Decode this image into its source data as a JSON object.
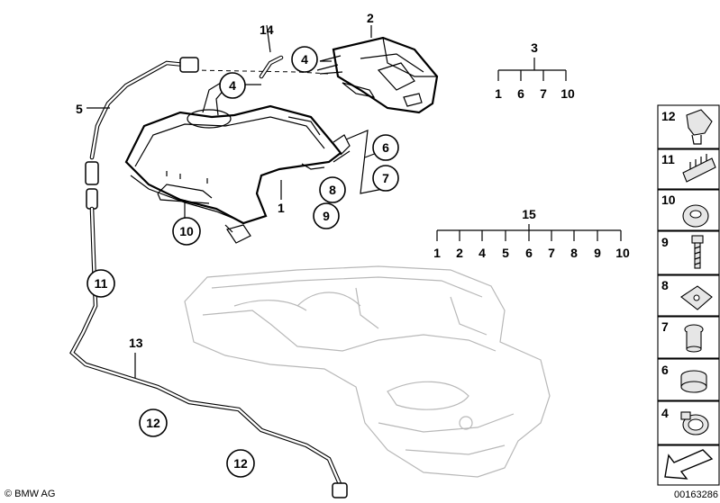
{
  "callouts": {
    "c1": "1",
    "c2": "2",
    "c3": "3",
    "c4a": "4",
    "c4b": "4",
    "c5": "5",
    "c6": "6",
    "c7": "7",
    "c8": "8",
    "c9": "9",
    "c10": "10",
    "c11": "11",
    "c12a": "12",
    "c12b": "12",
    "c13": "13",
    "c14": "14",
    "c15": "15"
  },
  "group3": {
    "label": "3",
    "items": [
      "1",
      "6",
      "7",
      "10"
    ]
  },
  "group15": {
    "label": "15",
    "items": [
      "1",
      "2",
      "4",
      "5",
      "6",
      "7",
      "8",
      "9",
      "10"
    ]
  },
  "sidebar": {
    "items": [
      {
        "label": "12",
        "icon": "clip-icon"
      },
      {
        "label": "11",
        "icon": "cable-holder-icon"
      },
      {
        "label": "10",
        "icon": "grommet-icon"
      },
      {
        "label": "9",
        "icon": "screw-icon"
      },
      {
        "label": "8",
        "icon": "spring-nut-icon"
      },
      {
        "label": "7",
        "icon": "rubber-mount-icon"
      },
      {
        "label": "6",
        "icon": "rubber-ring-icon"
      },
      {
        "label": "4",
        "icon": "hose-clamp-icon"
      }
    ],
    "nav_icon": "arrow-icon"
  },
  "footer": {
    "copyright": "© BMW AG",
    "image_number": "00163286"
  }
}
